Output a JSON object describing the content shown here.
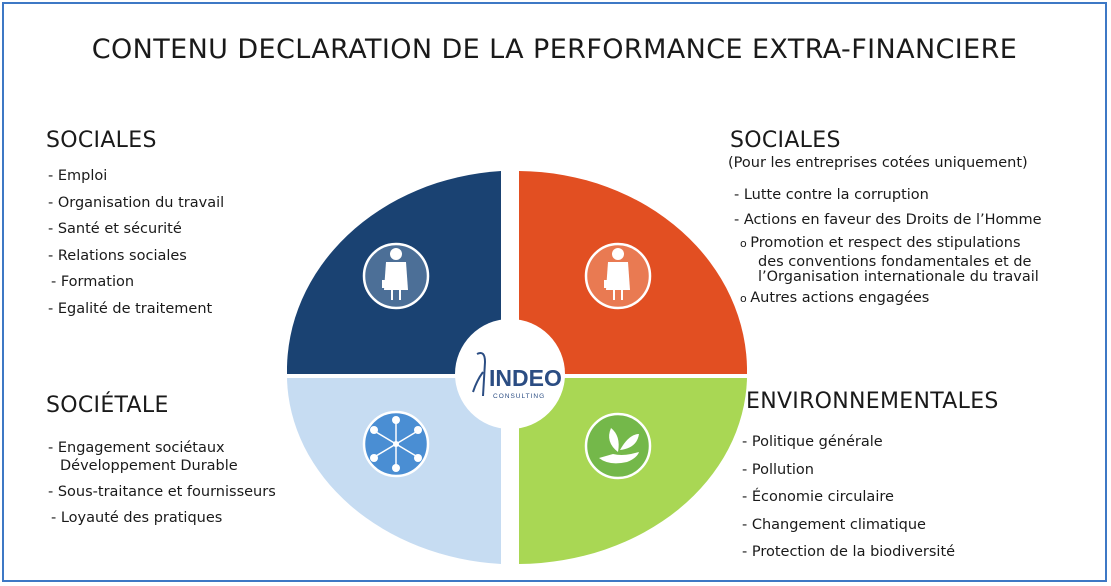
{
  "title": "CONTENU DECLARATION DE LA PERFORMANCE EXTRA-FINANCIERE",
  "quadrants": {
    "top_left": {
      "heading": "SOCIALES",
      "color": "#1a4272",
      "items": [
        "Emploi",
        "Organisation du travail",
        "Santé et sécurité",
        "Relations sociales",
        "Formation",
        "Egalité de traitement"
      ]
    },
    "top_right": {
      "heading": "SOCIALES",
      "subheading": "(Pour les entreprises cotées uniquement)",
      "color": "#e24f22",
      "items": [
        "Lutte contre la corruption",
        "Actions en faveur des Droits de l’Homme"
      ],
      "subitems": [
        [
          "Promotion et respect des stipulations",
          "des conventions fondamentales et de",
          "l’Organisation internationale du travail"
        ],
        [
          "Autres actions engagées"
        ]
      ]
    },
    "bottom_left": {
      "heading": "SOCIÉTALE",
      "color": "#c6dcf2",
      "items": [
        [
          "Engagement sociétaux",
          "Développement Durable"
        ],
        [
          "Sous-traitance et fournisseurs"
        ],
        [
          "Loyauté des pratiques"
        ]
      ]
    },
    "bottom_right": {
      "heading": "ENVIRONNEMENTALES",
      "color": "#a9d754",
      "items": [
        "Politique générale",
        "Pollution",
        "Économie circulaire",
        "Changement climatique",
        "Protection de la biodiversité"
      ]
    }
  },
  "logo": {
    "name": "INDEO",
    "tagline": "CONSULTING",
    "color": "#2b4d83"
  },
  "icons": [
    "businessman-icon",
    "businessman-icon",
    "network-people-icon",
    "hand-plant-icon"
  ]
}
